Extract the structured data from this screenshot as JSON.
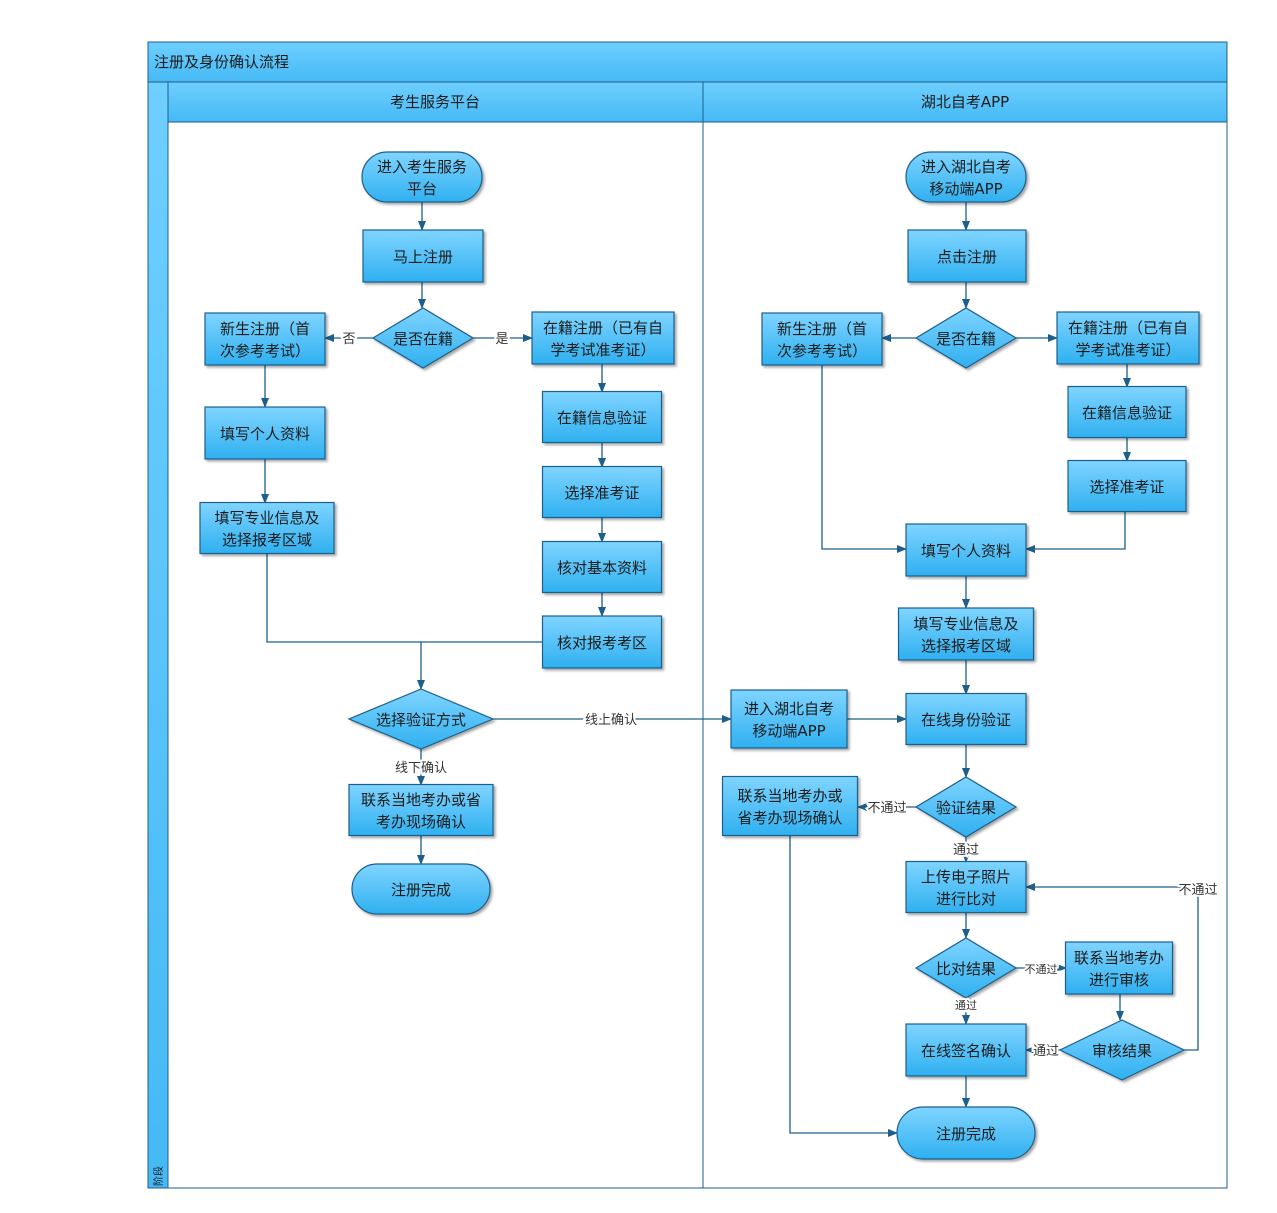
{
  "title": "注册及身份确认流程",
  "phase_label": "阶段",
  "lanes": [
    {
      "label": "考生服务平台"
    },
    {
      "label": "湖北自考APP"
    }
  ],
  "colors": {
    "fill_top": "#7fd4ff",
    "fill_bottom": "#2fb0f0",
    "border": "#1d5f8a",
    "header": "#5cc4fa",
    "line": "#1d5f8a"
  },
  "nodes": [
    {
      "id": "start1",
      "type": "terminal",
      "lines": [
        "进入考生服务",
        "平台"
      ]
    },
    {
      "id": "reg1",
      "type": "process",
      "lines": [
        "马上注册"
      ]
    },
    {
      "id": "dec1",
      "type": "decision",
      "lines": [
        "是否在籍"
      ]
    },
    {
      "id": "new1",
      "type": "process",
      "lines": [
        "新生注册（首",
        "次参考考试）"
      ]
    },
    {
      "id": "enr1",
      "type": "process",
      "lines": [
        "在籍注册（已有自",
        "学考试准考证）"
      ]
    },
    {
      "id": "info1",
      "type": "process",
      "lines": [
        "填写个人资料"
      ]
    },
    {
      "id": "major1",
      "type": "process",
      "lines": [
        "填写专业信息及",
        "选择报考区域"
      ]
    },
    {
      "id": "verify1",
      "type": "process",
      "lines": [
        "在籍信息验证"
      ]
    },
    {
      "id": "sel1",
      "type": "process",
      "lines": [
        "选择准考证"
      ]
    },
    {
      "id": "chk1",
      "type": "process",
      "lines": [
        "核对基本资料"
      ]
    },
    {
      "id": "chk2",
      "type": "process",
      "lines": [
        "核对报考考区"
      ]
    },
    {
      "id": "dec2",
      "type": "decision",
      "lines": [
        "选择验证方式"
      ]
    },
    {
      "id": "contact1",
      "type": "process",
      "lines": [
        "联系当地考办或省",
        "考办现场确认"
      ]
    },
    {
      "id": "end1",
      "type": "terminal",
      "lines": [
        "注册完成"
      ]
    },
    {
      "id": "start2",
      "type": "terminal",
      "lines": [
        "进入湖北自考",
        "移动端APP"
      ]
    },
    {
      "id": "reg2",
      "type": "process",
      "lines": [
        "点击注册"
      ]
    },
    {
      "id": "dec3",
      "type": "decision",
      "lines": [
        "是否在籍"
      ]
    },
    {
      "id": "new2",
      "type": "process",
      "lines": [
        "新生注册（首",
        "次参考考试）"
      ]
    },
    {
      "id": "enr2",
      "type": "process",
      "lines": [
        "在籍注册（已有自",
        "学考试准考证）"
      ]
    },
    {
      "id": "verify2",
      "type": "process",
      "lines": [
        "在籍信息验证"
      ]
    },
    {
      "id": "sel2",
      "type": "process",
      "lines": [
        "选择准考证"
      ]
    },
    {
      "id": "info2",
      "type": "process",
      "lines": [
        "填写个人资料"
      ]
    },
    {
      "id": "major2",
      "type": "process",
      "lines": [
        "填写专业信息及",
        "选择报考区域"
      ]
    },
    {
      "id": "app2",
      "type": "process",
      "lines": [
        "进入湖北自考",
        "移动端APP"
      ]
    },
    {
      "id": "idv",
      "type": "process",
      "lines": [
        "在线身份验证"
      ]
    },
    {
      "id": "dec4",
      "type": "decision",
      "lines": [
        "验证结果"
      ]
    },
    {
      "id": "contact2",
      "type": "process",
      "lines": [
        "联系当地考办或",
        "省考办现场确认"
      ]
    },
    {
      "id": "photo",
      "type": "process",
      "lines": [
        "上传电子照片",
        "进行比对"
      ]
    },
    {
      "id": "dec5",
      "type": "decision",
      "lines": [
        "比对结果"
      ]
    },
    {
      "id": "review",
      "type": "process",
      "lines": [
        "联系当地考办",
        "进行审核"
      ]
    },
    {
      "id": "sign",
      "type": "process",
      "lines": [
        "在线签名确认"
      ]
    },
    {
      "id": "dec6",
      "type": "decision",
      "lines": [
        "审核结果"
      ]
    },
    {
      "id": "end2",
      "type": "terminal",
      "lines": [
        "注册完成"
      ]
    }
  ],
  "edges": [
    {
      "id": "e1",
      "from": "start1",
      "to": "reg1",
      "label": ""
    },
    {
      "id": "e2",
      "from": "reg1",
      "to": "dec1",
      "label": ""
    },
    {
      "id": "e3",
      "from": "dec1",
      "to": "new1",
      "label": "否"
    },
    {
      "id": "e4",
      "from": "dec1",
      "to": "enr1",
      "label": "是"
    },
    {
      "id": "e5",
      "from": "new1",
      "to": "info1",
      "label": ""
    },
    {
      "id": "e6",
      "from": "info1",
      "to": "major1",
      "label": ""
    },
    {
      "id": "e7",
      "from": "enr1",
      "to": "verify1",
      "label": ""
    },
    {
      "id": "e8",
      "from": "verify1",
      "to": "sel1",
      "label": ""
    },
    {
      "id": "e9",
      "from": "sel1",
      "to": "chk1",
      "label": ""
    },
    {
      "id": "e10",
      "from": "chk1",
      "to": "chk2",
      "label": ""
    },
    {
      "id": "e11",
      "from": "major1",
      "to": "dec2",
      "label": ""
    },
    {
      "id": "e12",
      "from": "chk2",
      "to": "dec2",
      "label": ""
    },
    {
      "id": "e13",
      "from": "dec2",
      "to": "app2",
      "label": "线上确认"
    },
    {
      "id": "e14",
      "from": "dec2",
      "to": "contact1",
      "label": "线下确认"
    },
    {
      "id": "e15",
      "from": "contact1",
      "to": "end1",
      "label": ""
    },
    {
      "id": "e16",
      "from": "start2",
      "to": "reg2",
      "label": ""
    },
    {
      "id": "e17",
      "from": "reg2",
      "to": "dec3",
      "label": ""
    },
    {
      "id": "e18",
      "from": "dec3",
      "to": "new2",
      "label": ""
    },
    {
      "id": "e19",
      "from": "dec3",
      "to": "enr2",
      "label": ""
    },
    {
      "id": "e20",
      "from": "enr2",
      "to": "verify2",
      "label": ""
    },
    {
      "id": "e21",
      "from": "verify2",
      "to": "sel2",
      "label": ""
    },
    {
      "id": "e22",
      "from": "sel2",
      "to": "info2",
      "label": ""
    },
    {
      "id": "e23",
      "from": "new2",
      "to": "info2",
      "label": ""
    },
    {
      "id": "e24",
      "from": "info2",
      "to": "major2",
      "label": ""
    },
    {
      "id": "e25",
      "from": "major2",
      "to": "idv",
      "label": ""
    },
    {
      "id": "e26",
      "from": "app2",
      "to": "idv",
      "label": ""
    },
    {
      "id": "e27",
      "from": "idv",
      "to": "dec4",
      "label": ""
    },
    {
      "id": "e28",
      "from": "dec4",
      "to": "contact2",
      "label": "不通过"
    },
    {
      "id": "e29",
      "from": "dec4",
      "to": "photo",
      "label": "通过"
    },
    {
      "id": "e30",
      "from": "photo",
      "to": "dec5",
      "label": ""
    },
    {
      "id": "e31",
      "from": "dec5",
      "to": "review",
      "label": "不通过"
    },
    {
      "id": "e32",
      "from": "dec5",
      "to": "sign",
      "label": "通过"
    },
    {
      "id": "e33",
      "from": "review",
      "to": "dec6",
      "label": ""
    },
    {
      "id": "e34",
      "from": "dec6",
      "to": "sign",
      "label": "通过"
    },
    {
      "id": "e35",
      "from": "dec6",
      "to": "photo",
      "label": "不通过"
    },
    {
      "id": "e36",
      "from": "contact2",
      "to": "end2",
      "label": ""
    },
    {
      "id": "e37",
      "from": "sign",
      "to": "end2",
      "label": ""
    }
  ]
}
